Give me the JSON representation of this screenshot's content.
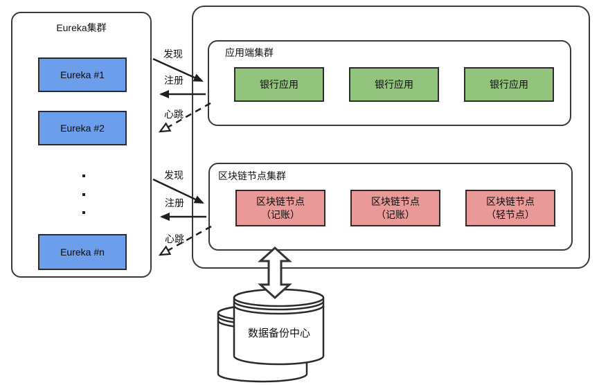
{
  "eureka_cluster": {
    "title": "Eureka集群",
    "nodes": [
      {
        "label": "Eureka #1"
      },
      {
        "label": "Eureka #2"
      },
      {
        "label": "Eureka #n"
      }
    ]
  },
  "service_area": {
    "app_cluster": {
      "title": "应用端集群",
      "nodes": [
        {
          "label": "银行应用"
        },
        {
          "label": "银行应用"
        },
        {
          "label": "银行应用"
        }
      ]
    },
    "blockchain_cluster": {
      "title": "区块链节点集群",
      "nodes": [
        {
          "name": "区块链节点",
          "role": "（记账）"
        },
        {
          "name": "区块链节点",
          "role": "（记账）"
        },
        {
          "name": "区块链节点",
          "role": "（轻节点）"
        }
      ]
    }
  },
  "arrows": {
    "app_group": {
      "discover": "发现",
      "register": "注册",
      "heartbeat": "心跳"
    },
    "chain_group": {
      "discover": "发现",
      "register": "注册",
      "heartbeat": "心跳"
    }
  },
  "backup_center": {
    "label": "数据备份中心"
  },
  "colors": {
    "eureka_node": "#6d9eeb",
    "app_node": "#93c47d",
    "chain_node": "#ea9999",
    "line": "#1f1f1f",
    "border": "#3a3a3a"
  }
}
